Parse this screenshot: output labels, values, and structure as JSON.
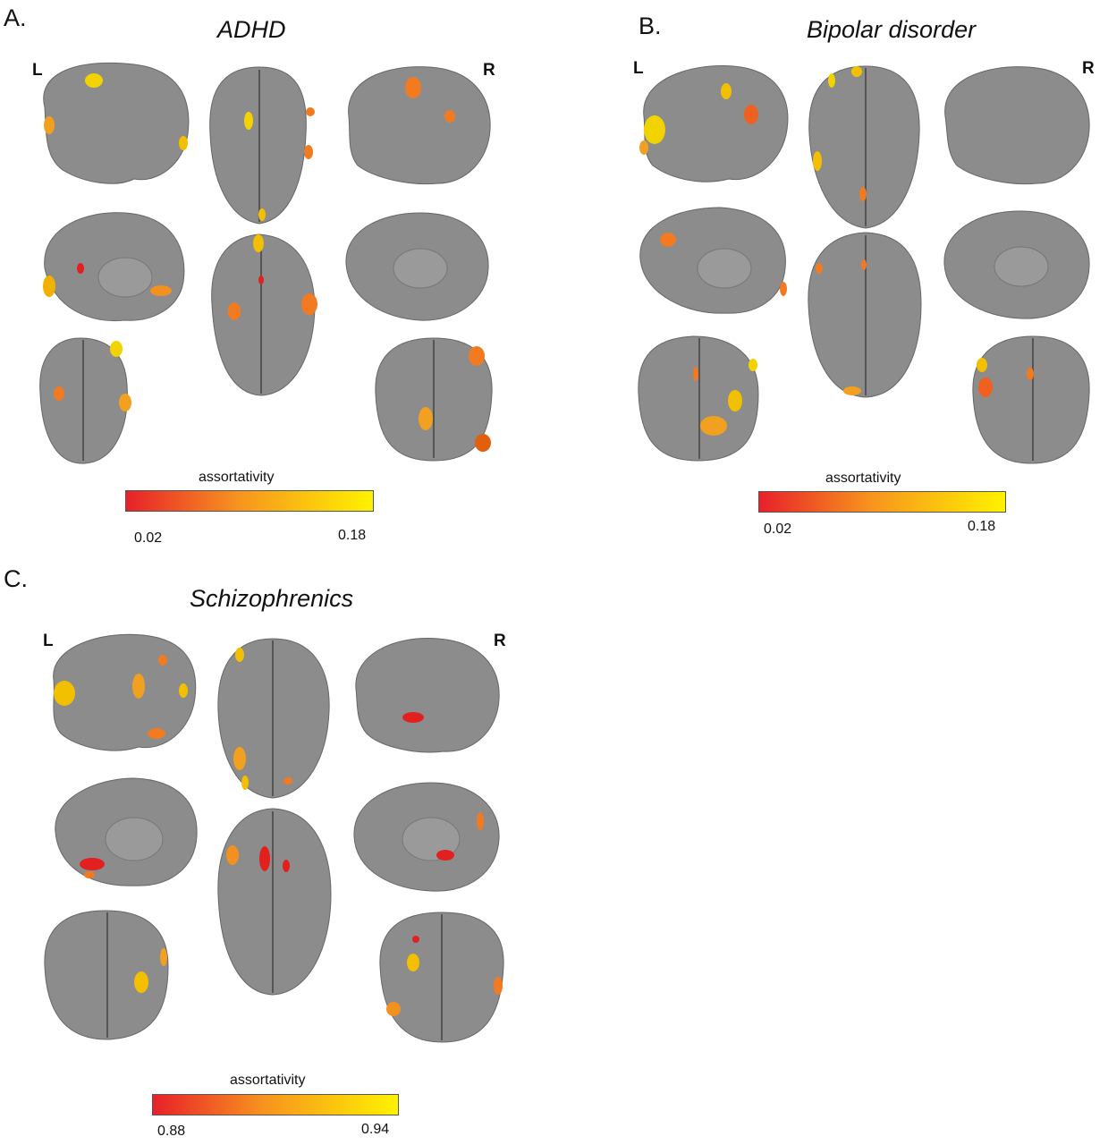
{
  "panels": [
    {
      "letter": "A.",
      "title": "ADHD",
      "left_label": "L",
      "right_label": "R",
      "colorbar": {
        "label": "assortativity",
        "min": "0.02",
        "max": "0.18"
      }
    },
    {
      "letter": "B.",
      "title": "Bipolar disorder",
      "left_label": "L",
      "right_label": "R",
      "colorbar": {
        "label": "assortativity",
        "min": "0.02",
        "max": "0.18"
      }
    },
    {
      "letter": "C.",
      "title": "Schizophrenics",
      "left_label": "L",
      "right_label": "R",
      "colorbar": {
        "label": "assortativity",
        "min": "0.88",
        "max": "0.94"
      }
    }
  ],
  "colors": {
    "low": "#e8202a",
    "mid": "#f7931e",
    "high": "#fff200",
    "cortex": "#8c8c8c"
  }
}
